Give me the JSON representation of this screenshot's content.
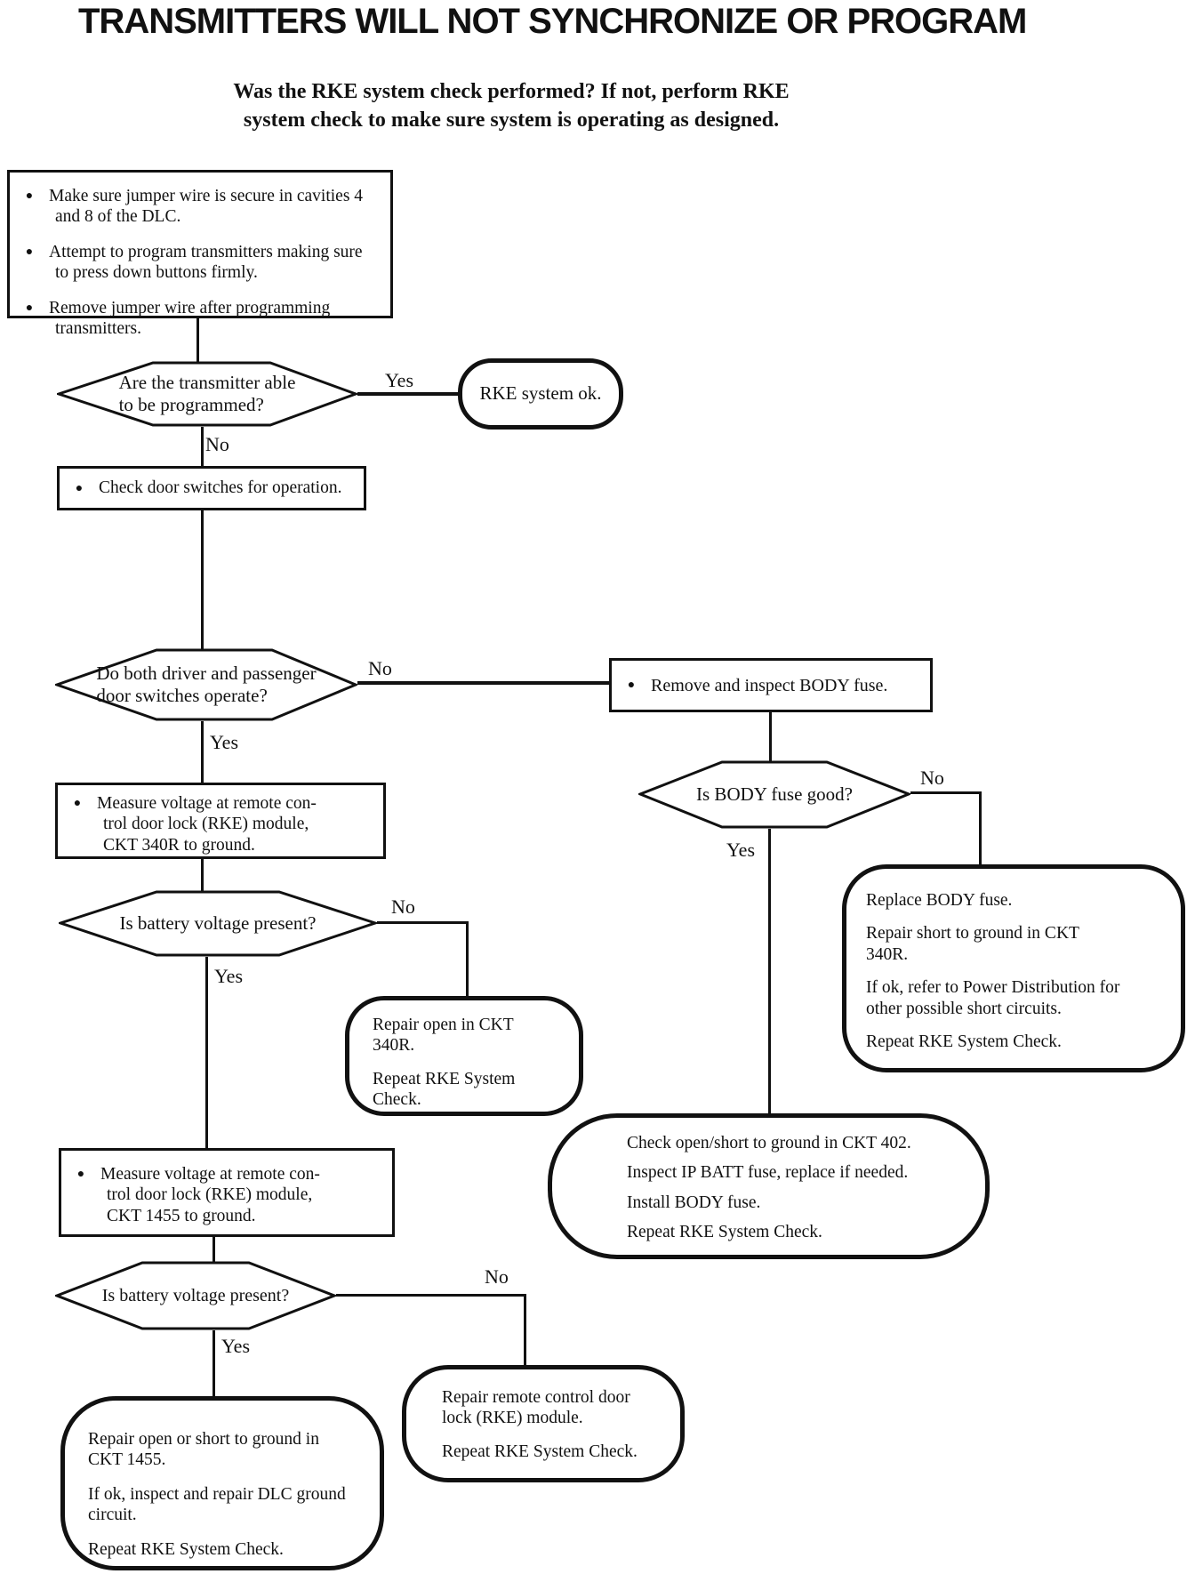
{
  "colors": {
    "ink": "#111111",
    "paper": "#ffffff"
  },
  "glyphs": {
    "bullet": "●"
  },
  "labels": {
    "yes": "Yes",
    "no": "No"
  },
  "page": {
    "title": "TRANSMITTERS WILL NOT SYNCHRONIZE OR PROGRAM"
  },
  "intro": {
    "lines": [
      "Was the RKE system check performed? If not, perform RKE",
      "system check to make sure system is operating as designed."
    ]
  },
  "nodes": {
    "prep": {
      "type": "process",
      "items": [
        {
          "lines": [
            "Make sure jumper wire is secure in cavities 4",
            "and 8 of the DLC."
          ]
        },
        {
          "lines": [
            "Attempt to program transmitters making sure",
            "to press down buttons firmly."
          ]
        },
        {
          "lines": [
            "Remove jumper wire after programming",
            "transmitters."
          ]
        }
      ]
    },
    "q_program": {
      "type": "decision",
      "lines": [
        "Are the transmitter able",
        "to be programmed?"
      ]
    },
    "t_system_ok": {
      "type": "terminal",
      "paragraphs": [
        {
          "lines": [
            "RKE system ok."
          ]
        }
      ]
    },
    "check_switches": {
      "type": "process",
      "items": [
        {
          "lines": [
            "Check door switches for operation."
          ]
        }
      ]
    },
    "q_switches": {
      "type": "decision",
      "lines": [
        "Do both driver and passenger",
        "door switches operate?"
      ]
    },
    "remove_fuse": {
      "type": "process",
      "items": [
        {
          "lines": [
            "Remove and inspect BODY fuse."
          ]
        }
      ]
    },
    "q_fuse": {
      "type": "decision",
      "lines": [
        "Is BODY fuse good?"
      ]
    },
    "t_replace_fuse": {
      "type": "terminal",
      "paragraphs": [
        {
          "lines": [
            "Replace BODY fuse."
          ]
        },
        {
          "lines": [
            "Repair short to ground in CKT",
            "340R."
          ]
        },
        {
          "lines": [
            "If ok, refer to Power Distribution for",
            "other possible short circuits."
          ]
        },
        {
          "lines": [
            "Repeat RKE System Check."
          ]
        }
      ]
    },
    "t_ckt402": {
      "type": "terminal",
      "paragraphs": [
        {
          "lines": [
            "Check open/short to ground in CKT 402."
          ]
        },
        {
          "lines": [
            "Inspect IP BATT fuse, replace if needed."
          ]
        },
        {
          "lines": [
            "Install BODY fuse."
          ]
        },
        {
          "lines": [
            "Repeat RKE System Check."
          ]
        }
      ]
    },
    "measure_340r": {
      "type": "process",
      "items": [
        {
          "lines": [
            "Measure voltage at remote con-",
            "trol door lock (RKE) module,",
            "CKT 340R to ground."
          ]
        }
      ]
    },
    "q_batt_340r": {
      "type": "decision",
      "lines": [
        "Is battery voltage present?"
      ]
    },
    "t_repair_340r": {
      "type": "terminal",
      "paragraphs": [
        {
          "lines": [
            "Repair open in CKT",
            "340R."
          ]
        },
        {
          "lines": [
            "Repeat RKE System",
            "Check."
          ]
        }
      ]
    },
    "measure_1455": {
      "type": "process",
      "items": [
        {
          "lines": [
            "Measure voltage at remote con-",
            "trol door lock (RKE) module,",
            "CKT 1455 to ground."
          ]
        }
      ]
    },
    "q_batt_1455": {
      "type": "decision",
      "lines": [
        "Is battery voltage present?"
      ]
    },
    "t_repair_module": {
      "type": "terminal",
      "paragraphs": [
        {
          "lines": [
            "Repair remote control door",
            "lock (RKE)  module."
          ]
        },
        {
          "lines": [
            "Repeat RKE System Check."
          ]
        }
      ]
    },
    "t_repair_1455": {
      "type": "terminal",
      "paragraphs": [
        {
          "lines": [
            "Repair open or short to ground in",
            "CKT 1455."
          ]
        },
        {
          "lines": [
            "If ok, inspect and repair DLC ground",
            "circuit."
          ]
        },
        {
          "lines": [
            "Repeat RKE System Check."
          ]
        }
      ]
    }
  }
}
